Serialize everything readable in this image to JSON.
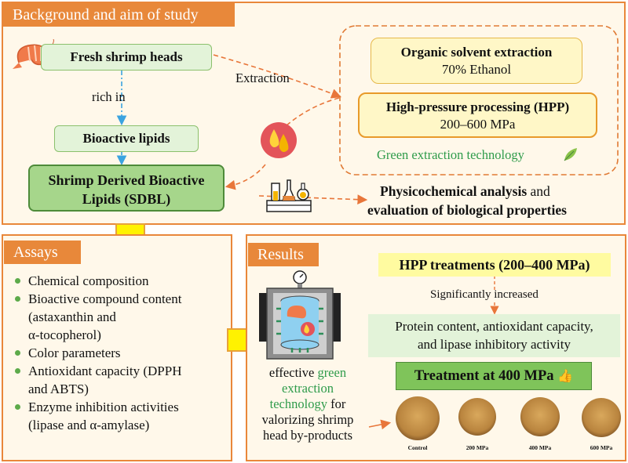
{
  "background": {
    "title": "Background and aim of study",
    "fresh_shrimp": "Fresh shrimp heads",
    "rich_in": "rich in",
    "bioactive_lipids": "Bioactive lipids",
    "sdbl_line1": "Shrimp Derived Bioactive",
    "sdbl_line2": "Lipids (SDBL)",
    "extraction": "Extraction",
    "solvent_title": "Organic solvent extraction",
    "solvent_sub": "70% Ethanol",
    "hpp_title": "High-pressure processing (HPP)",
    "hpp_sub": "200–600 MPa",
    "green_tech": "Green extraction technology",
    "physico_bold": "Physicochemical analysis",
    "physico_and": " and",
    "physico_line2": "evaluation of biological properties"
  },
  "assays": {
    "title": "Assays",
    "items": [
      [
        "Chemical composition"
      ],
      [
        "Bioactive compound content",
        "(astaxanthin and",
        "α-tocopherol)"
      ],
      [
        "Color parameters"
      ],
      [
        "Antioxidant capacity (DPPH",
        "and ABTS)"
      ],
      [
        "Enzyme inhibition activities",
        "(lipase and α-amylase)"
      ]
    ]
  },
  "results": {
    "title": "Results",
    "hpp_treatments": "HPP treatments (200–400 MPa)",
    "significantly": "Significantly increased",
    "protein_line1": "Protein content, antioxidant capacity,",
    "protein_line2": "and lipase inhibitory activity",
    "treatment_400": "Treatment at 400 MPa",
    "thumb_emoji": "👍",
    "effective_l1a": "effective ",
    "effective_l1b": "green",
    "effective_l2": "extraction",
    "effective_l3a": "technology",
    "effective_l3b": " for",
    "effective_l4": "valorizing shrimp",
    "effective_l5": "head by-products",
    "dishes": [
      "Control",
      "200 MPa",
      "400 MPa",
      "600 MPa"
    ]
  },
  "colors": {
    "panel_border": "#E9873A",
    "panel_bg": "#FFF8EA",
    "title_bar": "#E8883A",
    "arrow_orange": "#E8763A",
    "arrow_blue": "#3BA3E0",
    "green_text": "#2E9B4A"
  }
}
